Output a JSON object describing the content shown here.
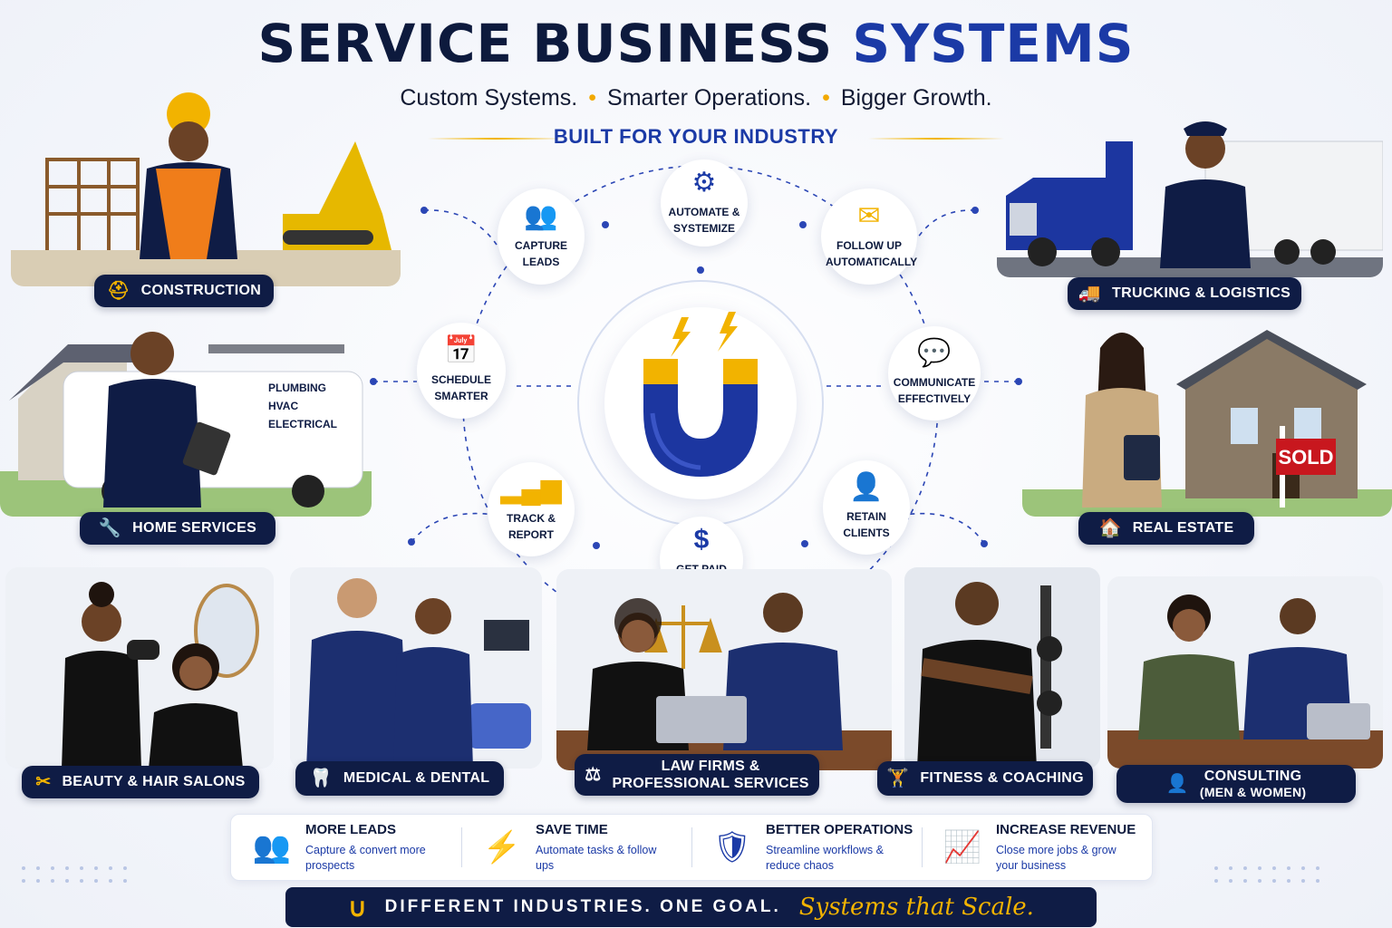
{
  "header": {
    "title_main": "SERVICE BUSINESS",
    "title_accent": "SYSTEMS",
    "tagline_1": "Custom Systems.",
    "tagline_2": "Smarter Operations.",
    "tagline_3": "Bigger Growth.",
    "tagline_separator": "•",
    "section_label": "BUILT FOR YOUR INDUSTRY"
  },
  "industries": {
    "construction": "CONSTRUCTION",
    "trucking": "TRUCKING & LOGISTICS",
    "home_services": "HOME SERVICES",
    "real_estate": "REAL ESTATE",
    "beauty": "BEAUTY & HAIR SALONS",
    "medical": "MEDICAL & DENTAL",
    "law_line1": "LAW FIRMS &",
    "law_line2": "PROFESSIONAL SERVICES",
    "fitness": "FITNESS & COACHING",
    "consulting_line1": "CONSULTING",
    "consulting_line2": "(MEN & WOMEN)"
  },
  "scene_text": {
    "van_line1": "PLUMBING",
    "van_line2": "HVAC",
    "van_line3": "ELECTRICAL",
    "sold_sign": "SOLD"
  },
  "hub": {
    "capture_leads": "CAPTURE LEADS",
    "automate": "AUTOMATE & SYSTEMIZE",
    "follow_up": "FOLLOW UP AUTOMATICALLY",
    "schedule": "SCHEDULE SMARTER",
    "communicate": "COMMUNICATE EFFECTIVELY",
    "track": "TRACK & REPORT",
    "get_paid": "GET PAID FASTER",
    "retain": "RETAIN CLIENTS",
    "center_letter": "U"
  },
  "benefits": [
    {
      "title": "MORE LEADS",
      "desc": "Capture & convert more prospects",
      "icon": "users-icon"
    },
    {
      "title": "SAVE TIME",
      "desc": "Automate tasks & follow ups",
      "icon": "lightning-icon"
    },
    {
      "title": "BETTER OPERATIONS",
      "desc": "Streamline workflows & reduce chaos",
      "icon": "shield-check-icon"
    },
    {
      "title": "INCREASE REVENUE",
      "desc": "Close more jobs & grow your business",
      "icon": "growth-chart-icon"
    }
  ],
  "footer": {
    "text": "DIFFERENT INDUSTRIES. ONE GOAL.",
    "script": "Systems that Scale."
  },
  "colors": {
    "navy": "#0f1c45",
    "royal_blue": "#1b3aa6",
    "gold": "#f2b300"
  }
}
